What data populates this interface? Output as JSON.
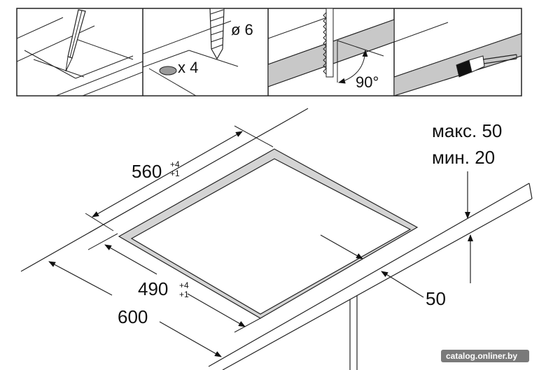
{
  "steps": {
    "step2_count": "x 4",
    "step2_diameter": "ø 6",
    "step3_angle": "90°"
  },
  "dimensions": {
    "cutout_width": "560",
    "cutout_width_tol_upper": "+4",
    "cutout_width_tol_lower": "+1",
    "cutout_depth": "490",
    "cutout_depth_tol_upper": "+4",
    "cutout_depth_tol_lower": "+1",
    "worktop_depth": "600",
    "front_distance": "50",
    "thickness_max": "макс. 50",
    "thickness_min": "мин. 20"
  },
  "watermark": "catalog.onliner.by"
}
